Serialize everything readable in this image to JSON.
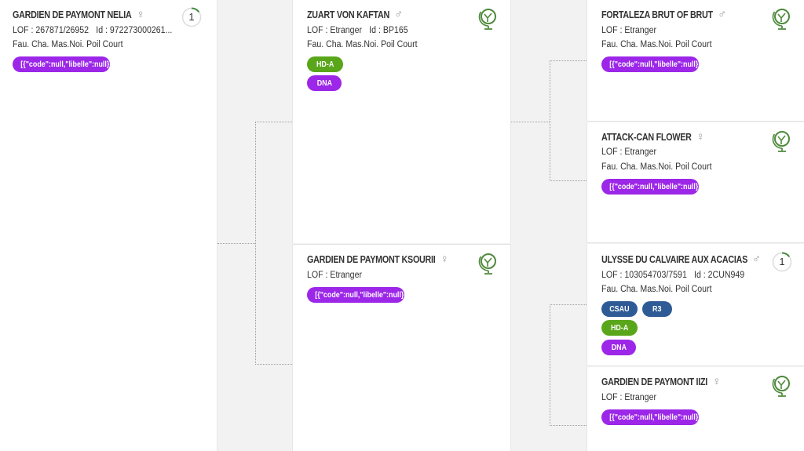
{
  "colors": {
    "purple_tag": "#9c27e8",
    "green_tag": "#5aa61b",
    "blue_tag": "#2e5b95",
    "globe_icon": "#4f8a3c"
  },
  "subject": {
    "name": "GARDIEN DE PAYMONT NELIA",
    "sex_symbol": "♀",
    "lof": "LOF : 267871/26952",
    "id": "Id : 972273000261...",
    "color": "Fau. Cha. Mas.Noi. Poil Court",
    "tag": "[{\"code\":null,\"libelle\":null}]",
    "badge": "1"
  },
  "sire": {
    "name": "ZUART VON KAFTAN",
    "sex_symbol": "♂",
    "lof": "LOF : Etranger",
    "id": "Id : BP165",
    "color": "Fau. Cha. Mas.Noi. Poil Court",
    "tags": [
      "HD-A",
      "DNA"
    ]
  },
  "dam": {
    "name": "GARDIEN DE PAYMONT KSOURII",
    "sex_symbol": "♀",
    "lof": "LOF : Etranger",
    "tag": "[{\"code\":null,\"libelle\":null}]"
  },
  "sire_sire": {
    "name": "FORTALEZA BRUT OF BRUT",
    "sex_symbol": "♂",
    "lof": "LOF : Etranger",
    "color": "Fau. Cha. Mas.Noi. Poil Court",
    "tag": "[{\"code\":null,\"libelle\":null}]"
  },
  "sire_dam": {
    "name": "ATTACK-CAN FLOWER",
    "sex_symbol": "♀",
    "lof": "LOF : Etranger",
    "color": "Fau. Cha. Mas.Noi. Poil Court",
    "tag": "[{\"code\":null,\"libelle\":null}]"
  },
  "dam_sire": {
    "name": "ULYSSE DU CALVAIRE AUX ACACIAS",
    "sex_symbol": "♂",
    "lof": "LOF : 103054703/7591",
    "id": "Id : 2CUN949",
    "color": "Fau. Cha. Mas.Noi. Poil Court",
    "tags": [
      "CSAU",
      "R3",
      "HD-A",
      "DNA"
    ],
    "badge": "1"
  },
  "dam_dam": {
    "name": "GARDIEN DE PAYMONT IIZI",
    "sex_symbol": "♀",
    "lof": "LOF : Etranger",
    "tag": "[{\"code\":null,\"libelle\":null}]"
  }
}
